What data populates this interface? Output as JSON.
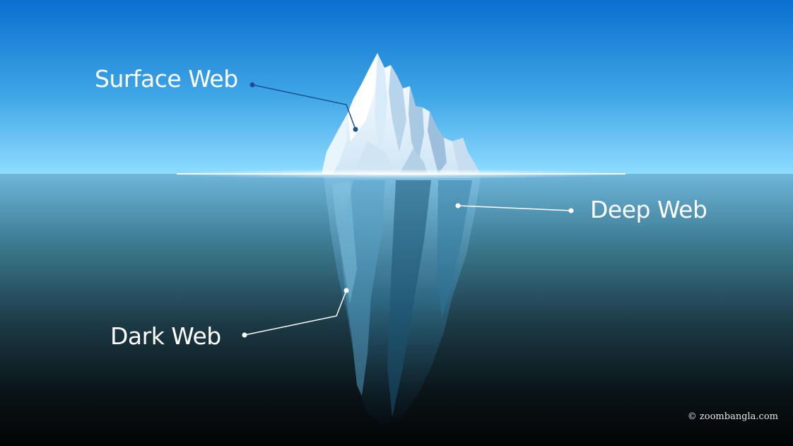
{
  "labels": {
    "surface": "Surface Web",
    "deep": "Deep Web",
    "dark": "Dark Web"
  },
  "credit": "© zoombangla.com",
  "colors": {
    "sky_top": "#0a6fd0",
    "sky_horizon": "#8fdcff",
    "water_top": "#6fb6dc",
    "water_bottom": "#020304",
    "ice_light": "#f4fbff",
    "ice_shadow": "#8fb4d8",
    "leader_dark": "#1c4f93",
    "leader_light": "#ffffff"
  }
}
